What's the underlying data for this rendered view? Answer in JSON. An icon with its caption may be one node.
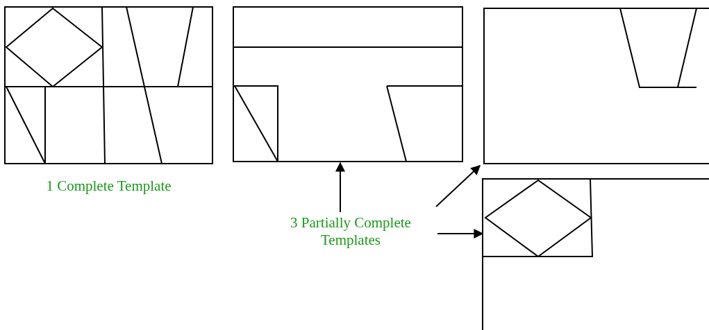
{
  "diagram": {
    "nodes": [
      {
        "text": [],
        "shape": "picture",
        "beside": [
          "1 Complete Template"
        ]
      },
      {
        "text": [],
        "shape": "picture"
      },
      {
        "text": [],
        "shape": "picture"
      },
      {
        "text": [],
        "shape": "picture"
      },
      {
        "text": [
          "3 Partially Complete Templates"
        ]
      }
    ],
    "edges": [
      {
        "from": 4,
        "to": 1,
        "arrow": "to"
      },
      {
        "from": 4,
        "to": 2,
        "arrow": "to"
      },
      {
        "from": 4,
        "to": 3,
        "arrow": "to"
      }
    ]
  }
}
